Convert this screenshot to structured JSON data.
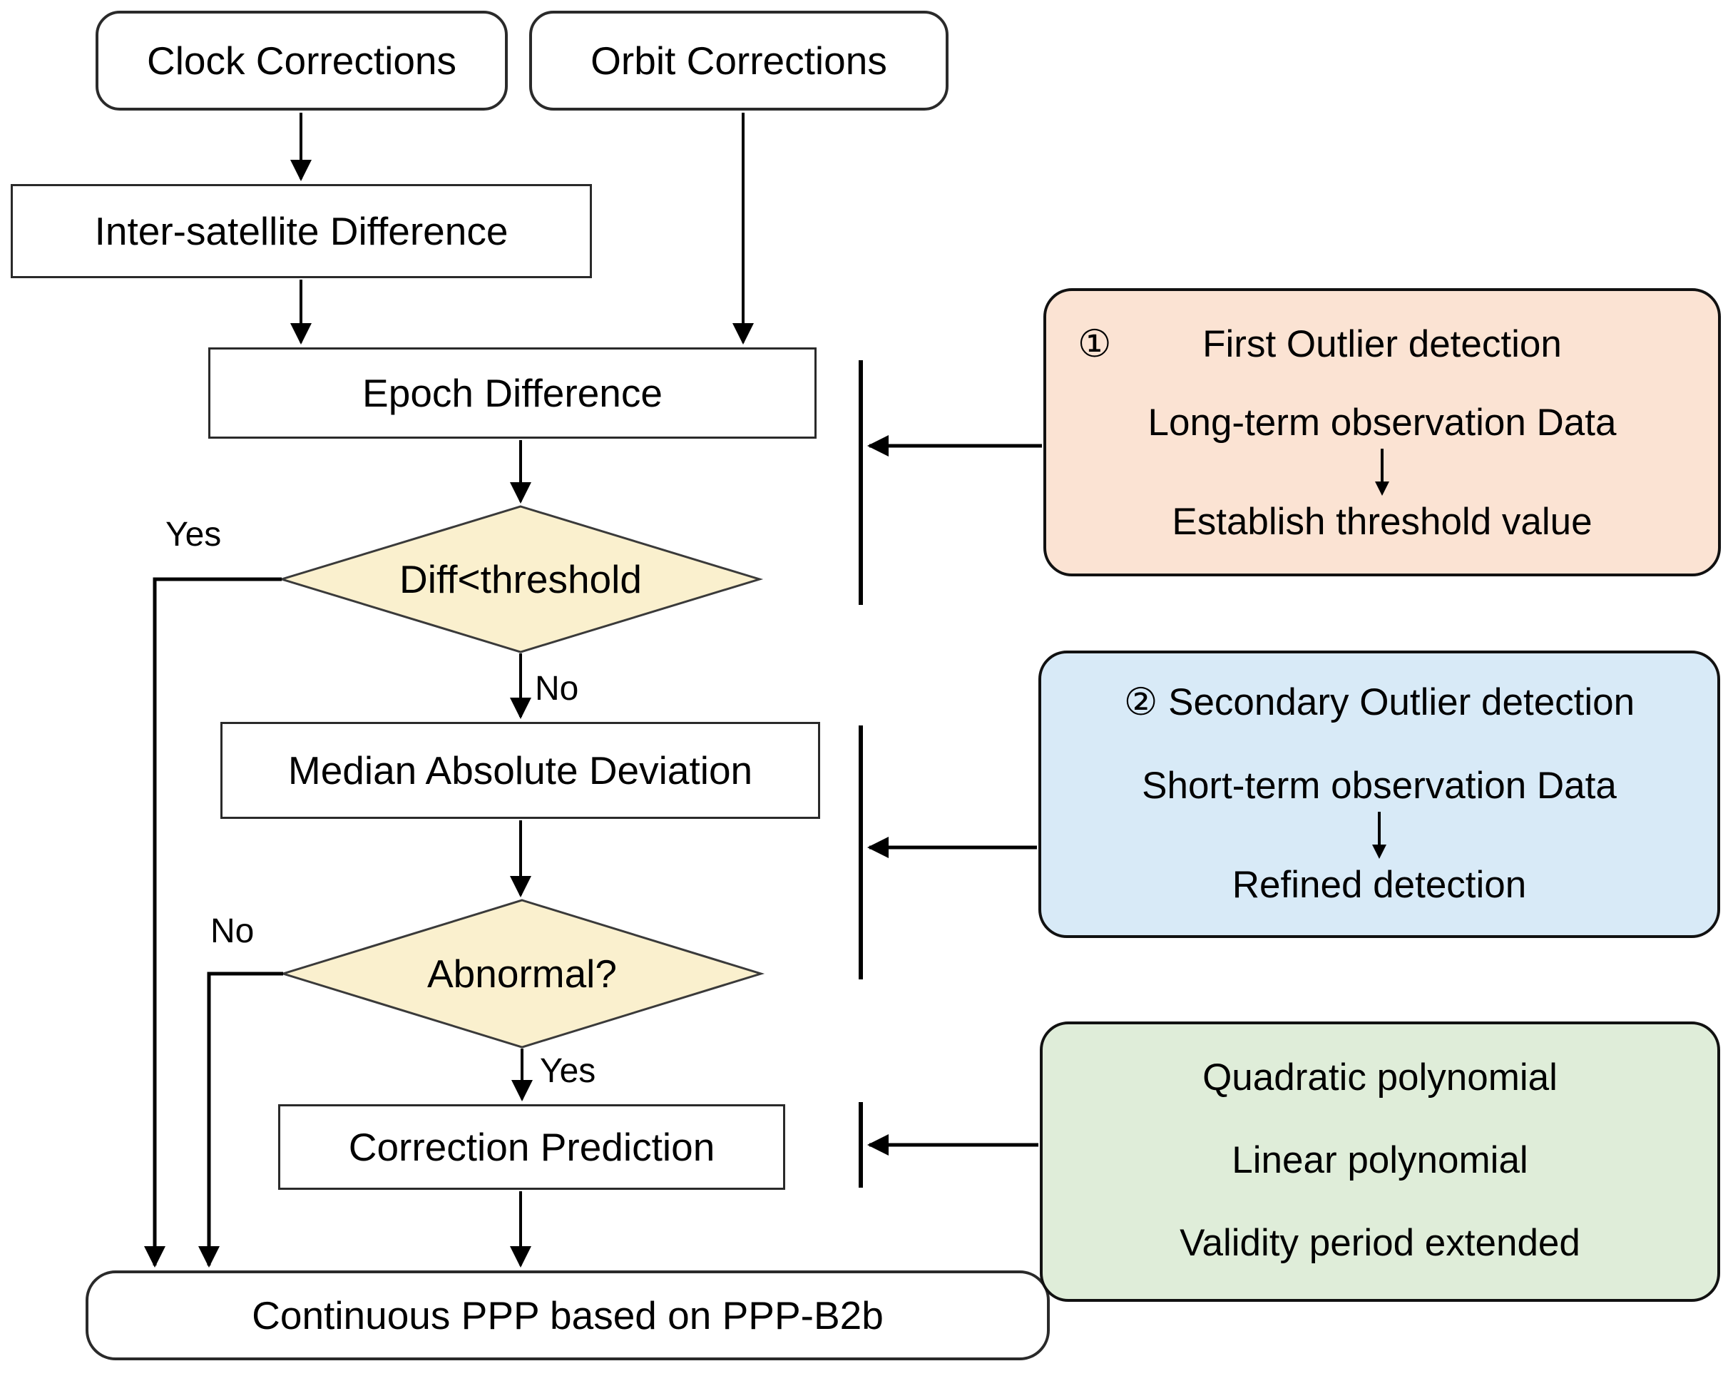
{
  "flowchart": {
    "nodes": {
      "clock": "Clock Corrections",
      "orbit": "Orbit Corrections",
      "inter": "Inter-satellite Difference",
      "epoch": "Epoch Difference",
      "diff_threshold": "Diff<threshold",
      "median": "Median Absolute Deviation",
      "abnormal": "Abnormal?",
      "correction": "Correction Prediction",
      "continuous": "Continuous PPP based on PPP-B2b"
    },
    "edge_labels": {
      "diff_yes": "Yes",
      "diff_no": "No",
      "abnormal_no": "No",
      "abnormal_yes": "Yes"
    }
  },
  "annotations": {
    "first_outlier": {
      "number": "①",
      "title": "First Outlier detection",
      "line1": "Long-term observation Data",
      "line2": "Establish threshold value"
    },
    "secondary_outlier": {
      "number": "②",
      "title": "Secondary Outlier detection",
      "line1": "Short-term observation Data",
      "line2": "Refined detection"
    },
    "prediction_methods": {
      "line1": "Quadratic polynomial",
      "line2": "Linear polynomial",
      "line3": "Validity period extended"
    }
  },
  "icons": {
    "down_arrow": "↓"
  },
  "colors": {
    "diamond_fill": "#FAF0CE",
    "first_outlier_bg": "#FBE3D3",
    "secondary_outlier_bg": "#D8EAF7",
    "prediction_methods_bg": "#DFEDD9",
    "line_color": "#000000",
    "node_border": "#2a2a2a"
  }
}
